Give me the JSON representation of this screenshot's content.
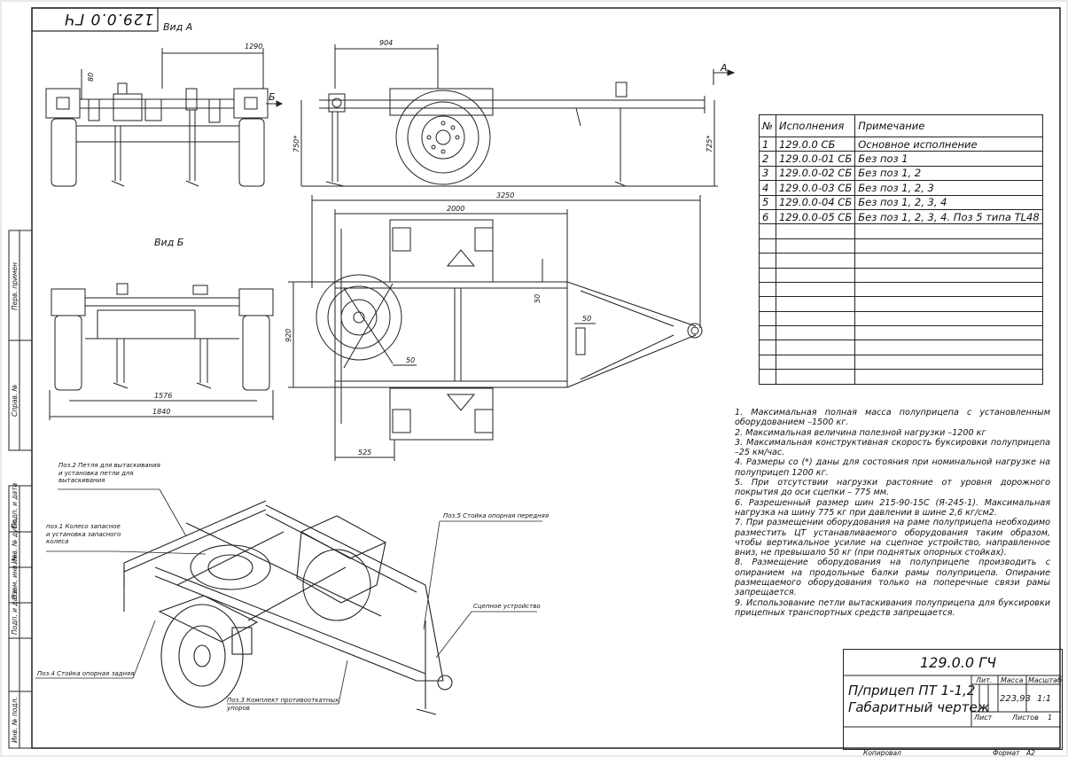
{
  "drawing_code_top": "129.0.0 ГЧ",
  "view_a_label": "Вид А",
  "view_b_label": "Вид Б",
  "arrow_a": "А",
  "arrow_b": "Б",
  "dimensions": {
    "d1290": "1290",
    "d80": "80",
    "d904": "904",
    "d750": "750*",
    "d725": "725*",
    "d3250": "3250",
    "d2000": "2000",
    "d920": "920",
    "d50a": "50",
    "d50b": "50",
    "d50c": "50",
    "d525": "525",
    "d1576": "1576",
    "d1840": "1840"
  },
  "variants_table": {
    "headers": [
      "№",
      "Исполнения",
      "Примечание"
    ],
    "rows": [
      [
        "1",
        "129.0.0 СБ",
        "Основное исполнение"
      ],
      [
        "2",
        "129.0.0-01 СБ",
        "Без поз 1"
      ],
      [
        "3",
        "129.0.0-02 СБ",
        "Без поз 1, 2"
      ],
      [
        "4",
        "129.0.0-03 СБ",
        "Без поз 1, 2, 3"
      ],
      [
        "5",
        "129.0.0-04 СБ",
        "Без поз 1, 2, 3, 4"
      ],
      [
        "6",
        "129.0.0-05 СБ",
        "Без поз 1, 2, 3, 4. Поз 5 типа TL48"
      ]
    ],
    "empty_rows": 11
  },
  "notes": [
    "1. Максимальная полная масса полуприцепа с установленным оборудованием –1500 кг.",
    "2. Максимальная величина полезной нагрузки –1200 кг",
    "3. Максимальная конструктивная скорость буксировки полуприцепа –25 км/час.",
    "4. Размеры со (*) даны для состояния при номинальной нагрузке на полуприцеп 1200 кг.",
    "5. При отсутствии нагрузки растояние от уровня дорожного покрытия до оси сцепки – 775 мм.",
    "6. Разрешенный размер шин 215-90-15С (Я-245-1). Максимальная нагрузка на шину 775 кг при давлении в шине 2,6 кг/см2.",
    "7. При размещении оборудования на раме полуприцепа необходимо разместить ЦТ устанавливаемого оборудования таким образом, чтобы вертикальное усилие на сцепное устройство, направленное вниз, не превышало 50 кг (при поднятых опорных стойках).",
    "8. Размещение оборудования на полуприцепе производить с опиранием на продольные балки рамы полуприцепа. Опирание размещаемого оборудования только на поперечные связи рамы запрещается.",
    "9. Использование петли вытаскивания полуприцепа для буксировки прицепных транспортных средств запрещается."
  ],
  "callouts": {
    "poz2": "Поз.2 Петля для вытаскивания и установка петли для вытаскивания",
    "poz1": "поз.1 Колесо запасное и установка запасного колеса",
    "poz5": "Поз.5 Стойка опорная передняя",
    "hitch": "Сцепное устройство",
    "poz4": "Поз.4 Стойка опорная задняя",
    "poz3": "Поз.3 Комплект противооткатных упоров"
  },
  "side_stamps": [
    "Перв. примен",
    "Справ. №",
    "Подп. и дата",
    "Инв. № дубл.",
    "Взам. инв. №",
    "Подп. и дата",
    "Инв. № подл."
  ],
  "title_block": {
    "code": "129.0.0 ГЧ",
    "name_line1": "П/прицеп ПТ 1-1,2",
    "name_line2": "Габаритный чертеж",
    "col_lit": "Лит.",
    "col_mass": "Масса",
    "col_scale": "Масштаб",
    "mass": "223,93",
    "scale": "1:1",
    "sheet": "Лист",
    "sheets": "Листов",
    "sheets_count": "1"
  },
  "footer": {
    "copied": "Копировал",
    "format": "Формат",
    "format_value": "А2"
  }
}
